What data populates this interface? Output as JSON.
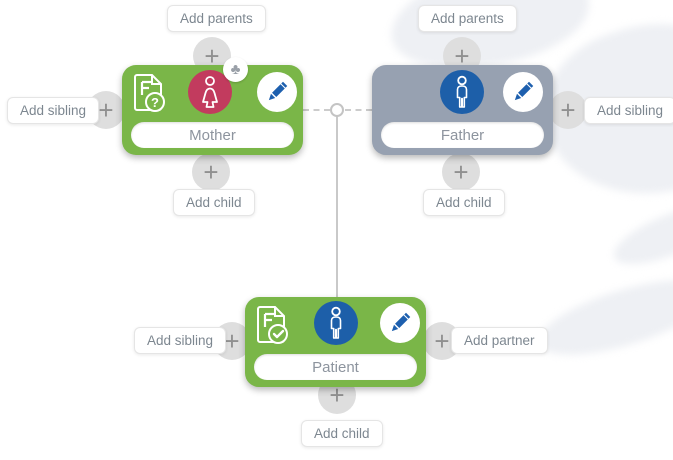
{
  "nodes": {
    "mother": {
      "label": "Mother"
    },
    "father": {
      "label": "Father"
    },
    "patient": {
      "label": "Patient"
    }
  },
  "actions": {
    "add_parents": "Add parents",
    "add_sibling": "Add sibling",
    "add_child": "Add child",
    "add_partner": "Add partner",
    "plus": "+"
  },
  "icons": {
    "mother_questionnaire_status": "?",
    "patient_questionnaire_status": "check",
    "club_badge": "♣",
    "mother_person": "female-figure",
    "father_person": "male-figure",
    "patient_person": "male-figure",
    "edit": "pencil"
  },
  "colors": {
    "node_green": "#7ab648",
    "node_gray_blue": "#97a1b1",
    "female_pink": "#c23b5e",
    "male_blue": "#1d5fa9",
    "pencil_blue": "#1d5fae",
    "plus_circle": "#dedede",
    "label_text": "#7d8790"
  }
}
